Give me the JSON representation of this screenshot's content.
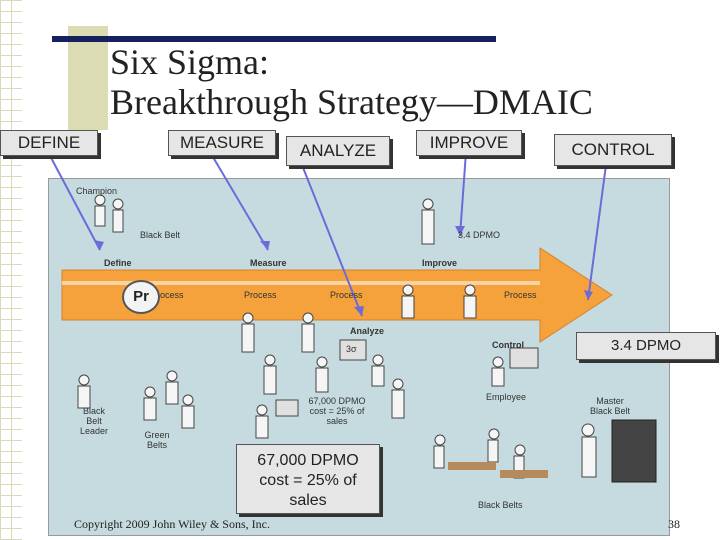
{
  "title": {
    "line1": "Six Sigma:",
    "line2": "Breakthrough Strategy—DMAIC"
  },
  "callouts": {
    "define": "DEFINE",
    "measure": "MEASURE",
    "analyze": "ANALYZE",
    "improve": "IMPROVE",
    "control": "CONTROL",
    "dpmo": "3.4 DPMO",
    "cost": "67,000 DPMO cost = 25% of sales"
  },
  "figure_labels": {
    "champion": "Champion",
    "black_belt": "Black Belt",
    "define": "Define",
    "measure": "Measure",
    "improve": "Improve",
    "analyze": "Analyze",
    "control": "Control",
    "process": "Process",
    "process_partial": "ocess",
    "dpmo_top": "3.4 DPMO",
    "cost_inner": "67,000 DPMO cost = 25% of sales",
    "employee": "Employee",
    "bb_leader": "Black Belt Leader",
    "green_belts": "Green Belts",
    "master_bb": "Master Black Belt",
    "black_belts": "Black Belts",
    "sigma": "3σ"
  },
  "pr_label": "Pr",
  "footer": "Copyright 2009 John Wiley & Sons, Inc.",
  "page_number": "38",
  "colors": {
    "title_bar": "#15205f",
    "accent_block": "#dcdcb4",
    "arrow": "#f6a23c",
    "figure_bg": "#c6dbe0"
  }
}
